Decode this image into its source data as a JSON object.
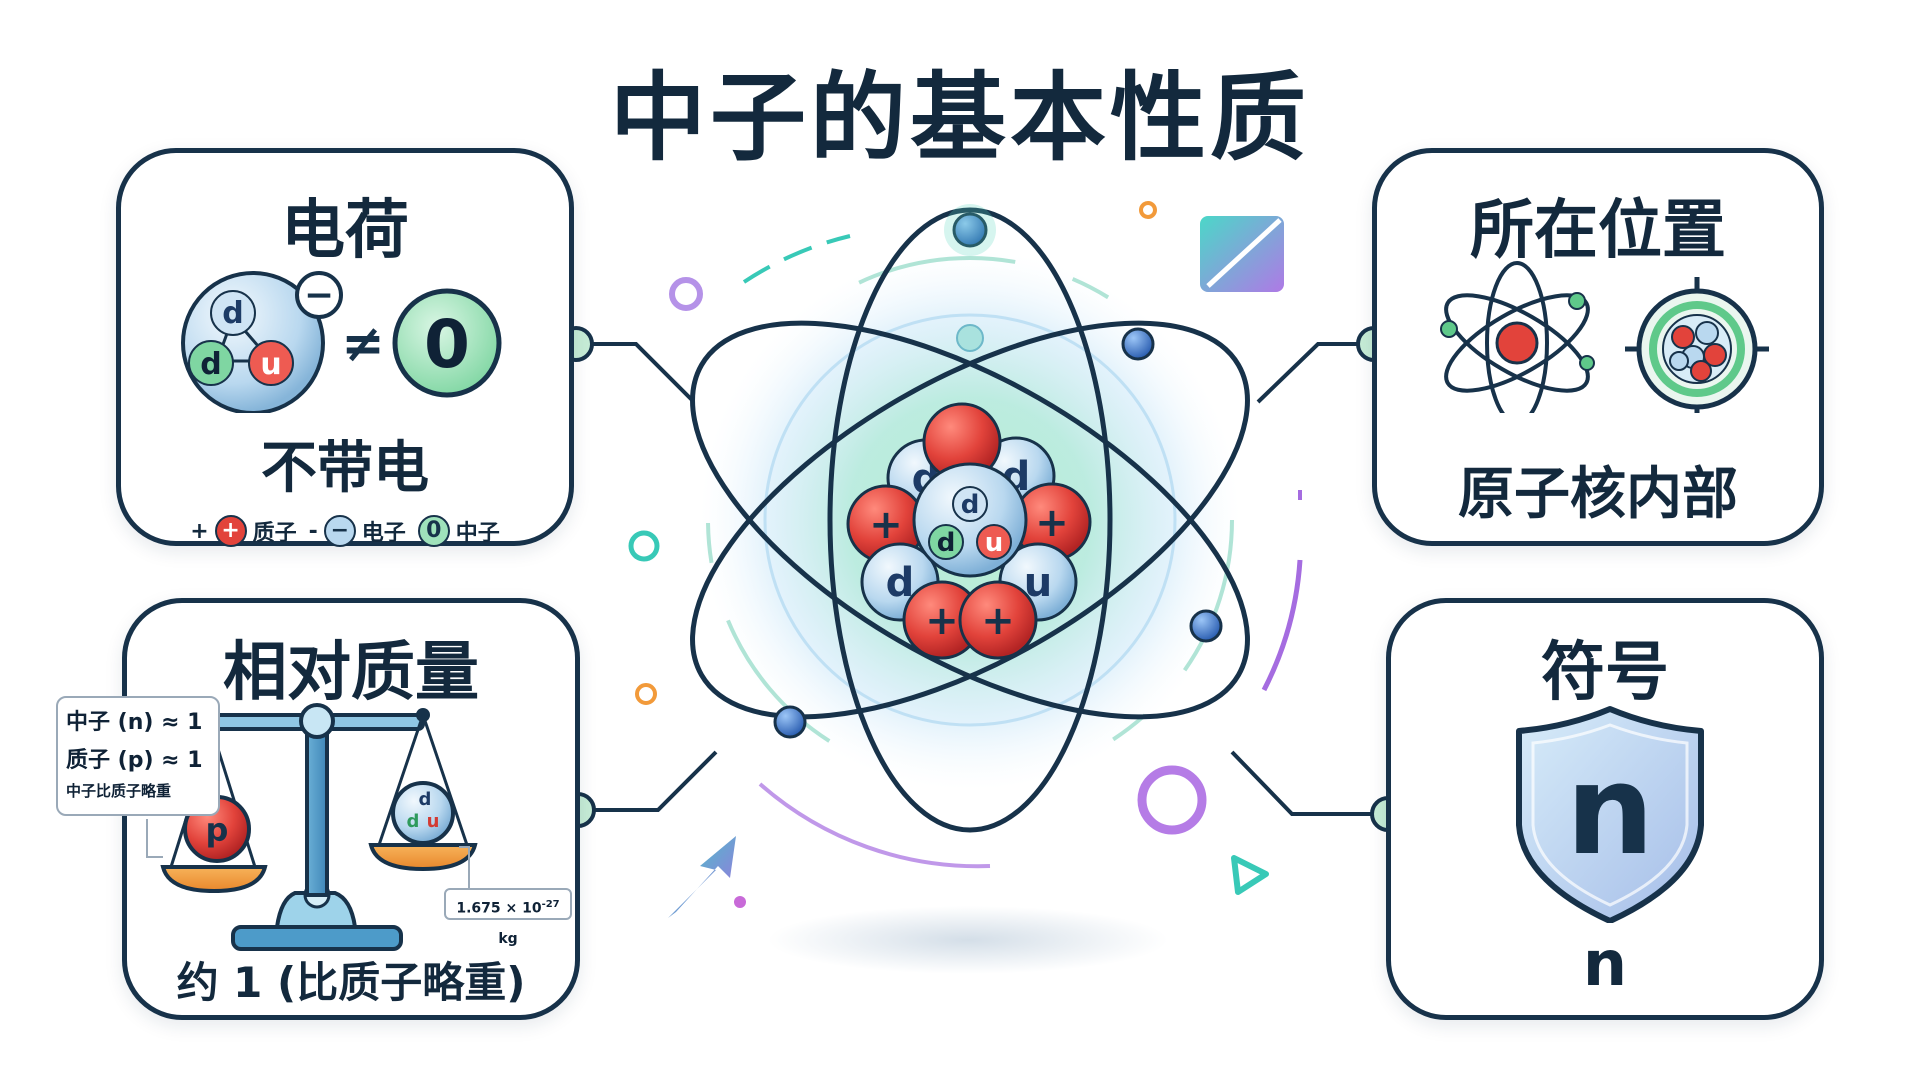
{
  "title": "中子的基本性质",
  "charge": {
    "title": "电荷",
    "not_equal": "≠",
    "zero": "0",
    "subtitle": "不带电",
    "quark_d1": "d",
    "quark_d2": "d",
    "quark_u": "u",
    "minus_badge": "−",
    "legend": {
      "plus_sign": "+",
      "proton_symbol": "+",
      "proton_label": "质子",
      "minus_sign": "-",
      "electron_symbol": "−",
      "electron_label": "电子",
      "neutron_symbol": "0",
      "neutron_label": "中子"
    }
  },
  "position": {
    "title": "所在位置",
    "subtitle": "原子核内部"
  },
  "mass": {
    "title": "相对质量",
    "info_line1": "中子 (n) ≈ 1",
    "info_line2": "质子 (p) ≈ 1",
    "info_line3": "中子比质子略重",
    "proton_letter": "p",
    "neutron_q_d": "d",
    "neutron_q_d2": "d",
    "neutron_q_u": "u",
    "value_main": "1.675 × 10",
    "value_exp": "-27",
    "value_unit": " kg",
    "subtitle": "约 1 (比质子略重)"
  },
  "symbol": {
    "title": "符号",
    "shield_letter": "n",
    "label": "n"
  },
  "nucleus": {
    "neutron_labels": [
      "d",
      "d",
      "d",
      "u",
      "u",
      "d"
    ],
    "proton_labels": [
      "+",
      "+",
      "+",
      "+"
    ],
    "center_d": "d",
    "center_d2": "d",
    "center_u": "u"
  },
  "colors": {
    "navy": "#17324a",
    "proton_red": "#e2433b",
    "neutron_blue": "#b9d8ef",
    "green": "#5fc98a",
    "electron_blue": "#3d78c9",
    "teal": "#2fc6b8",
    "purple": "#a56ce0",
    "orange": "#f29a3a"
  }
}
